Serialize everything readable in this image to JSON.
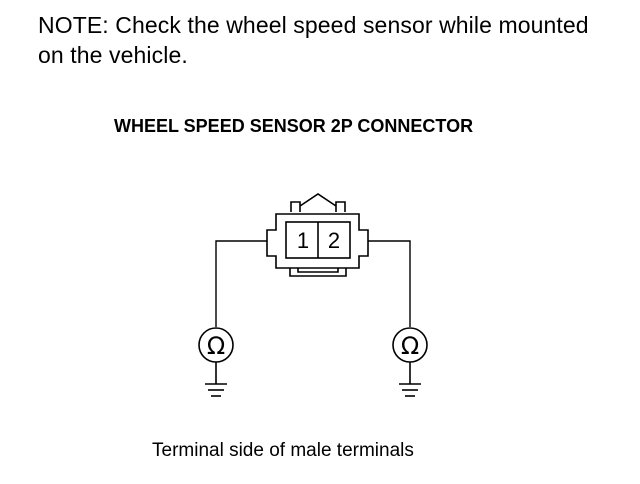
{
  "note": {
    "text": "NOTE: Check the wheel speed sensor while mounted on the vehicle."
  },
  "connector": {
    "title": "WHEEL SPEED SENSOR 2P CONNECTOR",
    "pins": [
      "1",
      "2"
    ]
  },
  "meters": {
    "left_symbol": "Ω",
    "right_symbol": "Ω"
  },
  "caption": "Terminal side of male terminals",
  "icons": [
    "ohmmeter-icon",
    "ground-icon"
  ]
}
